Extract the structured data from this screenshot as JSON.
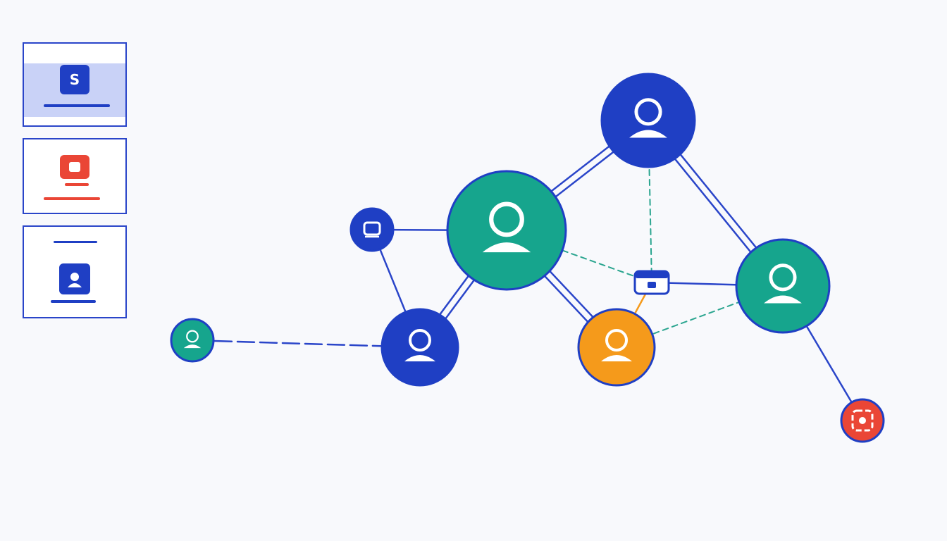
{
  "colors": {
    "background": "#f8f9fc",
    "blue": "#1f3fc4",
    "teal": "#16a58d",
    "orange": "#f59a1b",
    "red": "#ea4636",
    "edge_blue": "#2a45c9",
    "edge_teal": "#2aa58f",
    "panel_highlight": "#c9d2f7"
  },
  "side_panels": [
    {
      "name": "panel-profile-s",
      "glyph_letter": "S",
      "glyph_color": "#1f3fc4",
      "accent": "#1f3fc4",
      "selected": true
    },
    {
      "name": "panel-contact-red",
      "glyph_letter": "",
      "glyph_color": "#ea4636",
      "accent": "#ea4636",
      "selected": false
    },
    {
      "name": "panel-user-blue",
      "glyph_letter": "",
      "glyph_color": "#1f3fc4",
      "accent": "#1f3fc4",
      "selected": false
    }
  ],
  "nodes": [
    {
      "id": "n1",
      "color": "blue",
      "icon": "user-icon",
      "size": "large"
    },
    {
      "id": "n2",
      "color": "teal",
      "icon": "user-icon",
      "size": "xlarge"
    },
    {
      "id": "n3",
      "color": "blue",
      "icon": "screen-icon",
      "size": "small"
    },
    {
      "id": "n4",
      "color": "teal",
      "icon": "user-icon",
      "size": "small"
    },
    {
      "id": "n5",
      "color": "blue",
      "icon": "user-icon",
      "size": "medium"
    },
    {
      "id": "n6",
      "color": "orange",
      "icon": "user-icon",
      "size": "medium"
    },
    {
      "id": "n7",
      "color": "teal",
      "icon": "user-icon",
      "size": "large"
    },
    {
      "id": "n8",
      "color": "red",
      "icon": "target-icon",
      "size": "small"
    },
    {
      "id": "hub",
      "color": "blue",
      "icon": "card-icon",
      "size": "hub"
    }
  ],
  "edges": [
    {
      "from": "n2",
      "to": "n1",
      "style": "double"
    },
    {
      "from": "n1",
      "to": "n7",
      "style": "double"
    },
    {
      "from": "n1",
      "to": "hub",
      "style": "dashed-teal"
    },
    {
      "from": "n3",
      "to": "n2",
      "style": "solid"
    },
    {
      "from": "n3",
      "to": "n5",
      "style": "solid"
    },
    {
      "from": "n2",
      "to": "n5",
      "style": "double"
    },
    {
      "from": "n2",
      "to": "n6",
      "style": "double"
    },
    {
      "from": "n4",
      "to": "n5",
      "style": "dashed-blue"
    },
    {
      "from": "n2",
      "to": "hub",
      "style": "dashed-teal"
    },
    {
      "from": "hub",
      "to": "n7",
      "style": "solid"
    },
    {
      "from": "hub",
      "to": "n6",
      "style": "solid-orange"
    },
    {
      "from": "n6",
      "to": "n7",
      "style": "dashed-teal"
    },
    {
      "from": "n7",
      "to": "n8",
      "style": "solid"
    }
  ]
}
